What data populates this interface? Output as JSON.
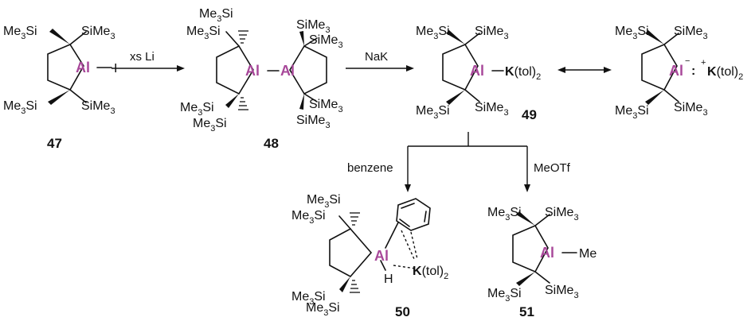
{
  "atoms": {
    "al": "Al",
    "iodo": "I",
    "me3si": "Me",
    "me3si_sub": "3",
    "si": "Si",
    "sime": "SiMe",
    "sime_sub": "3",
    "k": "K",
    "tol": "(tol)",
    "tol_sub": "2",
    "plus": "+",
    "minus": "−",
    "lonepair": ":",
    "h": "H",
    "me": "Me"
  },
  "conditions": {
    "step1": "xs Li",
    "step2": "NaK",
    "left_branch": "benzene",
    "right_branch": "MeOTf"
  },
  "compounds": [
    "47",
    "48",
    "49",
    "50",
    "51"
  ]
}
